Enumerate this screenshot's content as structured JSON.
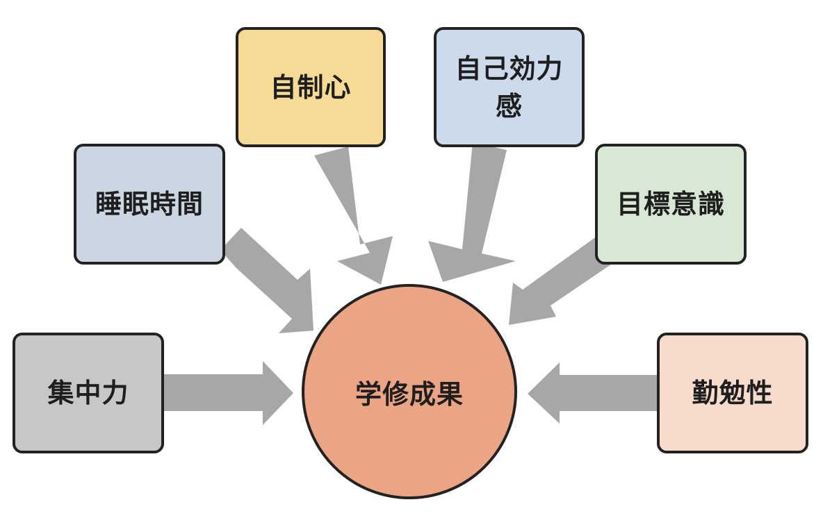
{
  "diagram": {
    "center": {
      "label": "学修成果",
      "color": "#eca584"
    },
    "factors": [
      {
        "id": "jiseishin",
        "label": "自制心",
        "color": "#f5db95"
      },
      {
        "id": "jiko",
        "label": "自己効力感",
        "color": "#ccdaec"
      },
      {
        "id": "suimin",
        "label": "睡眠時間",
        "color": "#ccd5e2"
      },
      {
        "id": "mokuhyo",
        "label": "目標意識",
        "color": "#d8e8d4"
      },
      {
        "id": "shuchu",
        "label": "集中力",
        "color": "#c7c7c9"
      },
      {
        "id": "kinben",
        "label": "勤勉性",
        "color": "#f7dccd"
      }
    ],
    "arrow_color": "#a6a7a9"
  }
}
